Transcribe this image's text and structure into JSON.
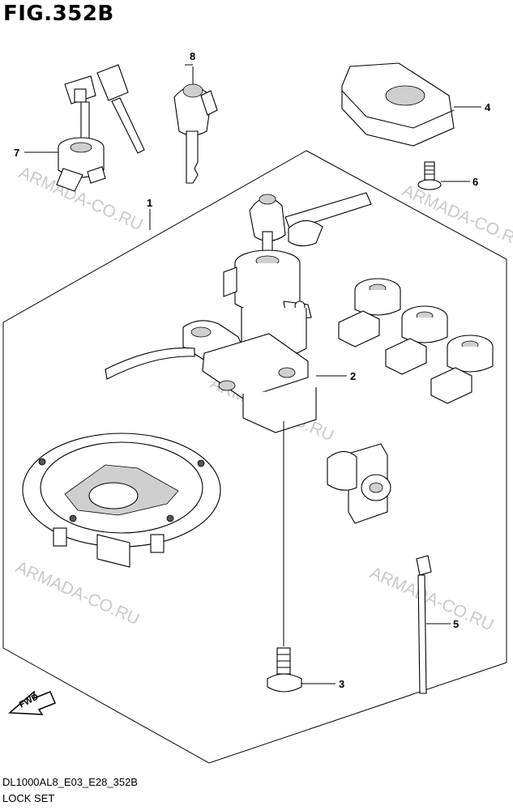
{
  "figure": {
    "title": "FIG.352B"
  },
  "footer": {
    "code": "DL1000AL8_E03_E28_352B",
    "name": "LOCK SET"
  },
  "callouts": [
    "1",
    "2",
    "3",
    "4",
    "5",
    "6",
    "7",
    "8"
  ],
  "watermark": "ARMADA-CO.RU",
  "fwd_label": "FWD"
}
